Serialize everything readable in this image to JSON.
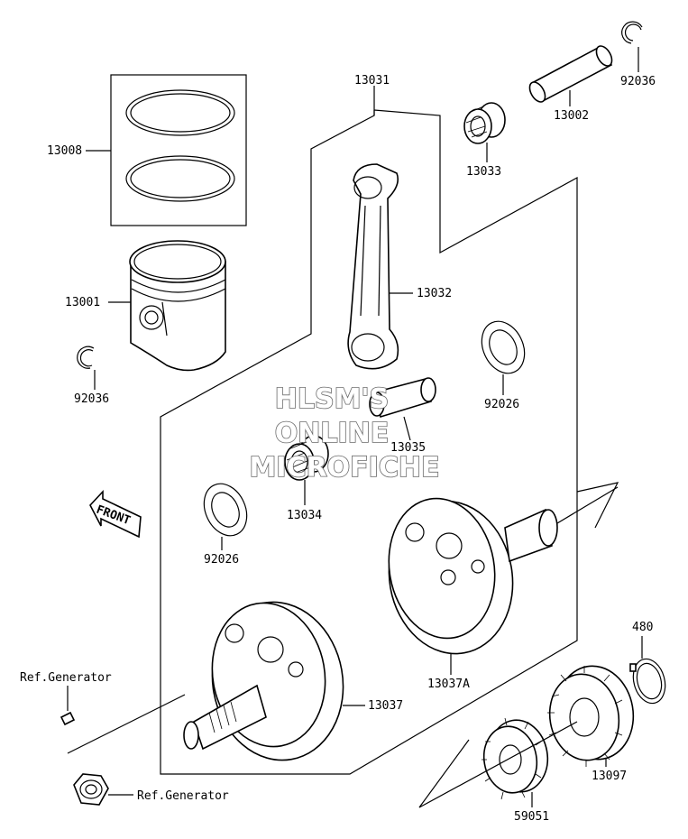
{
  "parts": {
    "piston_ring_set": "13008",
    "piston": "13001",
    "circlip_left": "92036",
    "circlip_right": "92036",
    "connecting_rod_assembly": "13031",
    "connecting_rod": "13032",
    "needle_bearing_small": "13033",
    "piston_pin": "13002",
    "crank_pin": "13035",
    "needle_bearing_big": "13034",
    "washer_left": "92026",
    "washer_right": "92026",
    "crankshaft_left": "13037",
    "crankshaft_right": "13037A",
    "snap_ring": "480",
    "gear_large": "13097",
    "gear_small": "59051"
  },
  "refs": {
    "generator_key": "Ref.Generator",
    "generator_nut": "Ref.Generator"
  },
  "front_arrow": "FRONT",
  "watermark": {
    "line1": "HLSM'S",
    "line2": "ONLINE",
    "line3": "MICROFICHE"
  }
}
